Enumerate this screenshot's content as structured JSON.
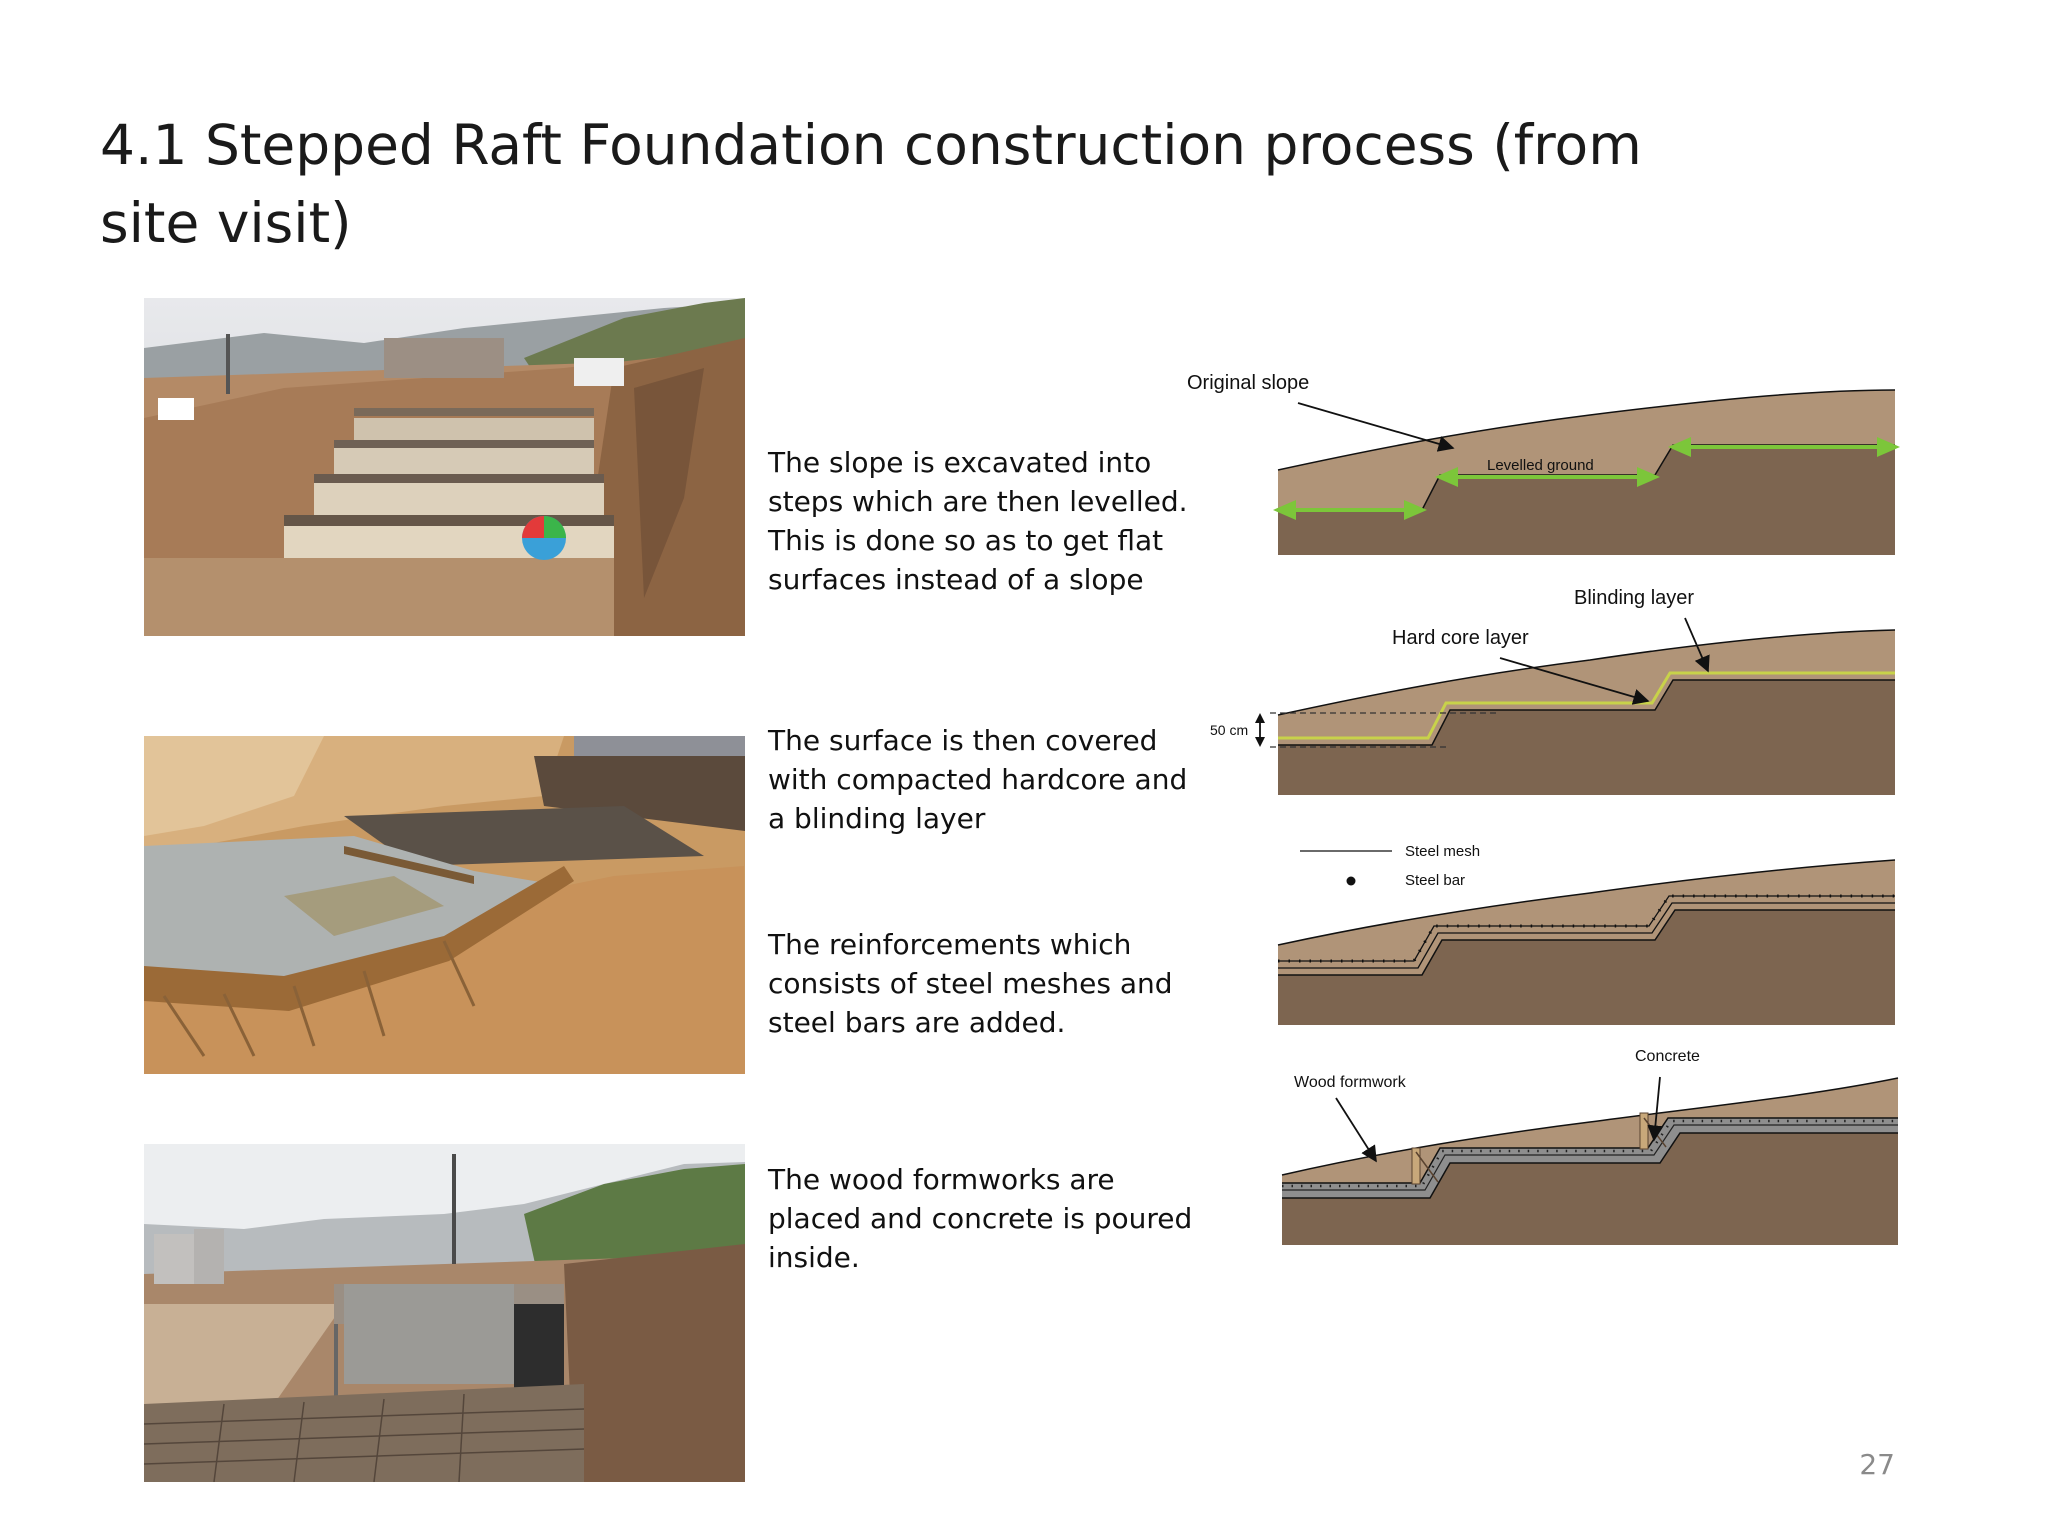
{
  "title": "4.1 Stepped Raft Foundation construction process (from site visit)",
  "steps": [
    {
      "text": "The slope is excavated into steps which are then levelled. This is done so as to get flat surfaces instead of a slope"
    },
    {
      "text": "The surface is then covered with compacted hardcore and a blinding layer"
    },
    {
      "text": "The reinforcements which consists of steel meshes and steel bars are added."
    },
    {
      "text": "The wood formworks are placed and concrete is poured inside."
    }
  ],
  "diagrams": {
    "d1": {
      "original_slope": "Original slope",
      "levelled_ground": "Levelled ground"
    },
    "d2": {
      "blinding_layer": "Blinding layer",
      "hard_core_layer": "Hard core layer",
      "dimension": "50 cm"
    },
    "d3": {
      "steel_mesh": "Steel mesh",
      "steel_bar": "Steel bar"
    },
    "d4": {
      "concrete": "Concrete",
      "wood_formwork": "Wood formwork"
    }
  },
  "colors": {
    "soil_light": "#b09478",
    "soil_dark": "#7d6550",
    "arrow_green": "#7cc63a",
    "blinding_yellow": "#c8d24a",
    "concrete_grey": "#8e8e8e"
  },
  "page_number": "27"
}
